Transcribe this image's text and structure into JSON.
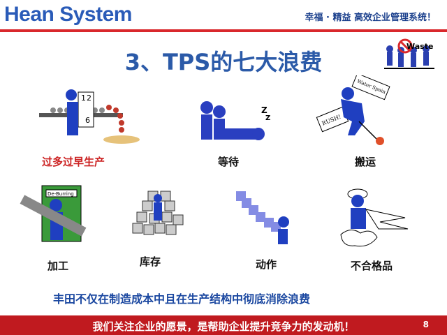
{
  "header": {
    "logo_text": "Hean System",
    "tagline": "幸福 · 精益   高效企业管理系统！"
  },
  "title": "3、TPS的七大浪费",
  "waste_badge": "Waste",
  "wastes": [
    {
      "label": "过多过早生产",
      "color": "#cc2222"
    },
    {
      "label": "等待"
    },
    {
      "label": "搬运"
    },
    {
      "label": "加工"
    },
    {
      "label": "库存"
    },
    {
      "label": "动作"
    },
    {
      "label": "不合格品"
    }
  ],
  "illustration_text": {
    "overproduction_numbers": [
      "1",
      "2",
      "6"
    ],
    "sleep_z": "Z",
    "transport_sign": "Water Spain",
    "rush": "RUSH!",
    "machine_label": "De-Burring"
  },
  "summary": "丰田不仅在制造成本中且在生产结构中彻底消除浪费",
  "footer": {
    "slogan": "我们关注企业的愿景，是帮助企业提升竞争力的发动机！",
    "page": "8"
  },
  "colors": {
    "brand_blue": "#2b5aa8",
    "accent_red": "#d9282c",
    "footer_red": "#c01a1f"
  }
}
